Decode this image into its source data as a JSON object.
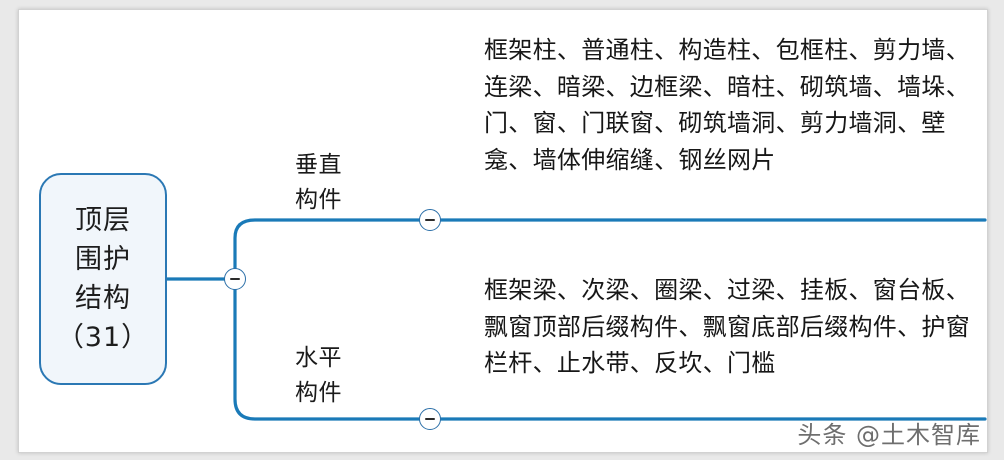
{
  "diagram": {
    "type": "mind-map",
    "root": {
      "label": "顶层\n围护\n结构\n（31）",
      "count": 31
    },
    "branches": [
      {
        "id": "vertical",
        "label": "垂直\n构件",
        "toggle_state": "expanded",
        "items": [
          "框架柱",
          "普通柱",
          "构造柱",
          "包框柱",
          "剪力墙",
          "连梁",
          "暗梁",
          "边框梁",
          "暗柱",
          "砌筑墙",
          "墙垛",
          "门",
          "窗",
          "门联窗",
          "砌筑墙洞",
          "剪力墙洞",
          "壁龛",
          "墙体伸缩缝",
          "钢丝网片"
        ],
        "text": "框架柱、普通柱、构造柱、包框柱、剪力墙、连梁、暗梁、边框梁、暗柱、砌筑墙、墙垛、门、窗、门联窗、砌筑墙洞、剪力墙洞、壁龛、墙体伸缩缝、钢丝网片"
      },
      {
        "id": "horizontal",
        "label": "水平\n构件",
        "toggle_state": "expanded",
        "items": [
          "框架梁",
          "次梁",
          "圈梁",
          "过梁",
          "挂板",
          "窗台板",
          "飘窗顶部后缀构件",
          "飘窗底部后缀构件",
          "护窗栏杆",
          "止水带",
          "反坎",
          "门槛"
        ],
        "text": "框架梁、次梁、圈梁、过梁、挂板、窗台板、飘窗顶部后缀构件、飘窗底部后缀构件、护窗栏杆、止水带、反坎、门槛"
      }
    ],
    "toggle_glyph": "−"
  },
  "watermark": {
    "text": "头条 @土木智库"
  },
  "colors": {
    "branch_line": "#1a7ab8",
    "node_border": "#2b78b4",
    "node_fill": "#f1f6fb",
    "toggle_border": "#2b6fa8",
    "toggle_bar": "#2b2b2b",
    "text": "#171717",
    "page_background": "#ffffff"
  }
}
